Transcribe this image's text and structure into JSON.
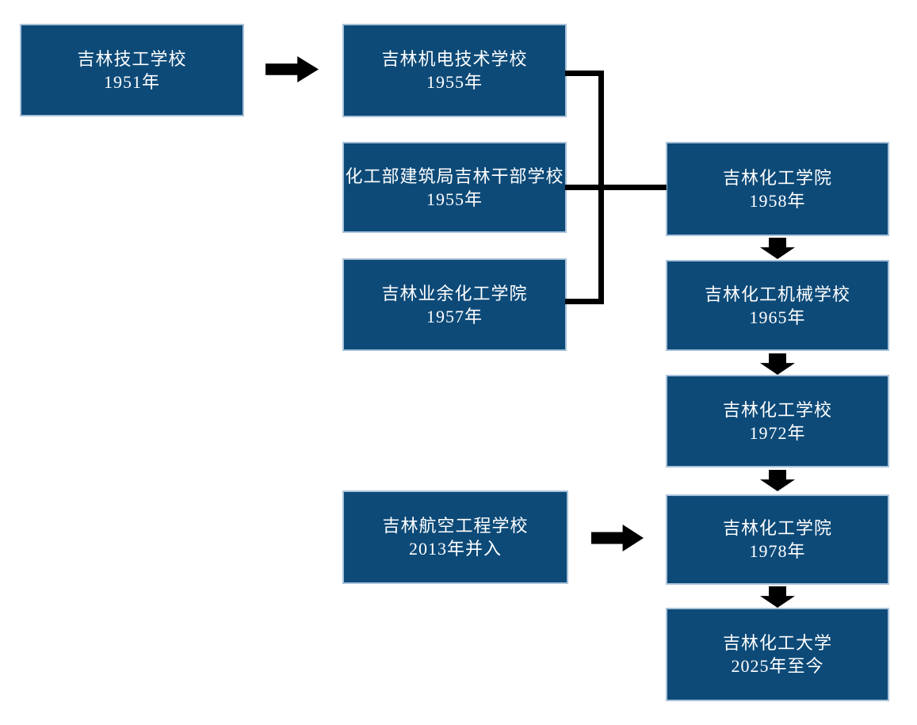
{
  "diagram": {
    "description": "School history flowchart of Jilin Chemical University",
    "colors": {
      "node_fill": "#0d4a78",
      "node_border": "#a8c2da",
      "node_text": "#ffffff",
      "connector": "#000000",
      "background": "#ffffff"
    },
    "nodes": [
      {
        "title": "吉林技工学校",
        "subtitle": "1951年"
      },
      {
        "title": "吉林机电技术学校",
        "subtitle": "1955年"
      },
      {
        "title": "化工部建筑局吉林干部学校",
        "subtitle": "1955年"
      },
      {
        "title": "吉林业余化工学院",
        "subtitle": "1957年"
      },
      {
        "title": "吉林化工学院",
        "subtitle": "1958年"
      },
      {
        "title": "吉林化工机械学校",
        "subtitle": "1965年"
      },
      {
        "title": "吉林化工学校",
        "subtitle": "1972年"
      },
      {
        "title": "吉林化工学院",
        "subtitle": "1978年"
      },
      {
        "title": "吉林化工大学",
        "subtitle": "2025年至今"
      },
      {
        "title": "吉林航空工程学校",
        "subtitle": "2013年并入"
      }
    ],
    "edges": [
      "吉林技工学校 → 吉林机电技术学校 (right arrow)",
      "吉林机电技术学校 + 化工部建筑局吉林干部学校 + 吉林业余化工学院 → 吉林化工学院 1958年 (merge bracket)",
      "吉林化工学院 1958年 → 吉林化工机械学校 (down arrow)",
      "吉林化工机械学校 → 吉林化工学校 1972年 (down arrow)",
      "吉林化工学校 1972年 → 吉林化工学院 1978年 (down arrow)",
      "吉林航空工程学校 → 吉林化工学院 1978年 (right arrow)",
      "吉林化工学院 1978年 → 吉林化工大学 (down arrow)"
    ]
  }
}
